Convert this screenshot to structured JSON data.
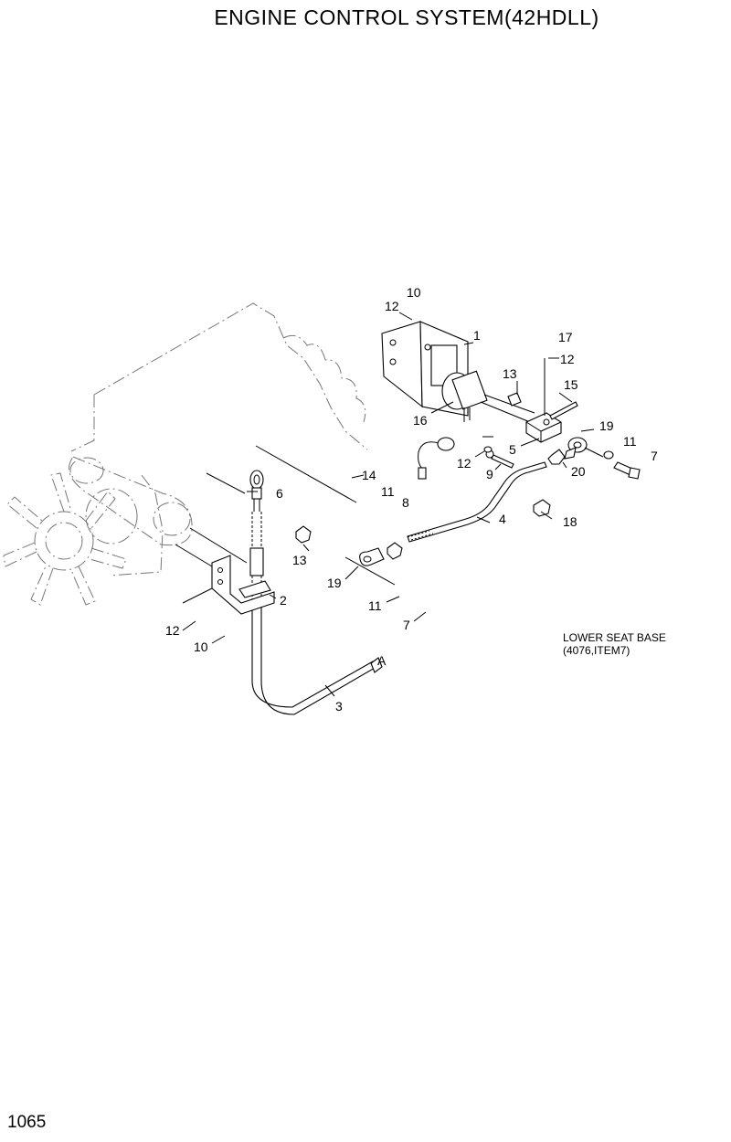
{
  "header": {
    "title": "ENGINE CONTROL SYSTEM(42HDLL)"
  },
  "footer": {
    "page_number": "1065"
  },
  "callouts": {
    "c1": "1",
    "c2": "2",
    "c3": "3",
    "c4": "4",
    "c5": "5",
    "c6": "6",
    "c7a": "7",
    "c7b": "7",
    "c8": "8",
    "c9": "9",
    "c10a": "10",
    "c10b": "10",
    "c11a": "11",
    "c11b": "11",
    "c11c": "11",
    "c12a": "12",
    "c12b": "12",
    "c12c": "12",
    "c12d": "12",
    "c13a": "13",
    "c13b": "13",
    "c14": "14",
    "c15": "15",
    "c16": "16",
    "c17": "17",
    "c18": "18",
    "c19a": "19",
    "c19b": "19",
    "c20": "20",
    "cA": "A"
  },
  "note": {
    "line1": "LOWER SEAT BASE",
    "line2": "(4076,ITEM7)"
  }
}
